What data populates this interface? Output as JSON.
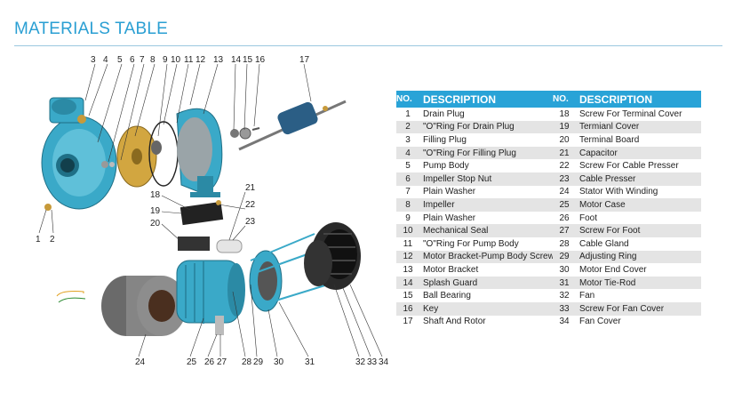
{
  "page_title": "MATERIALS TABLE",
  "table": {
    "header": {
      "no": "NO.",
      "description": "DESCRIPTION"
    },
    "rows": [
      {
        "left_no": "1",
        "left_desc": "Drain Plug",
        "right_no": "18",
        "right_desc": "Screw For Terminal Cover"
      },
      {
        "left_no": "2",
        "left_desc": "\"O\"Ring For Drain Plug",
        "right_no": "19",
        "right_desc": "Termianl Cover"
      },
      {
        "left_no": "3",
        "left_desc": "Filling Plug",
        "right_no": "20",
        "right_desc": "Terminal Board"
      },
      {
        "left_no": "4",
        "left_desc": "\"O\"Ring For Filling Plug",
        "right_no": "21",
        "right_desc": "Capacitor"
      },
      {
        "left_no": "5",
        "left_desc": "Pump Body",
        "right_no": "22",
        "right_desc": "Screw For Cable Presser"
      },
      {
        "left_no": "6",
        "left_desc": "Impeller Stop Nut",
        "right_no": "23",
        "right_desc": "Cable Presser"
      },
      {
        "left_no": "7",
        "left_desc": "Plain Washer",
        "right_no": "24",
        "right_desc": "Stator With Winding"
      },
      {
        "left_no": "8",
        "left_desc": "Impeller",
        "right_no": "25",
        "right_desc": "Motor Case"
      },
      {
        "left_no": "9",
        "left_desc": "Plain Washer",
        "right_no": "26",
        "right_desc": "Foot"
      },
      {
        "left_no": "10",
        "left_desc": "Mechanical Seal",
        "right_no": "27",
        "right_desc": "Screw For Foot"
      },
      {
        "left_no": "11",
        "left_desc": "\"O\"Ring For Pump Body",
        "right_no": "28",
        "right_desc": "Cable Gland"
      },
      {
        "left_no": "12",
        "left_desc": "Motor Bracket-Pump Body Screw",
        "right_no": "29",
        "right_desc": "Adjusting Ring"
      },
      {
        "left_no": "13",
        "left_desc": "Motor Bracket",
        "right_no": "30",
        "right_desc": "Motor End Cover"
      },
      {
        "left_no": "14",
        "left_desc": "Splash Guard",
        "right_no": "31",
        "right_desc": "Motor Tie-Rod"
      },
      {
        "left_no": "15",
        "left_desc": "Ball Bearing",
        "right_no": "32",
        "right_desc": "Fan"
      },
      {
        "left_no": "16",
        "left_desc": "Key",
        "right_no": "33",
        "right_desc": "Screw For Fan Cover"
      },
      {
        "left_no": "17",
        "left_desc": "Shaft And Rotor",
        "right_no": "34",
        "right_desc": "Fan Cover"
      }
    ]
  },
  "diagram": {
    "callouts_top": [
      "3",
      "4",
      "5",
      "6",
      "7",
      "8",
      "9",
      "10",
      "11",
      "12",
      "13",
      "14",
      "15",
      "16",
      "17"
    ],
    "callouts_left": [
      "1",
      "2",
      "18",
      "19",
      "20"
    ],
    "callouts_right": [
      "21",
      "22",
      "23"
    ],
    "callouts_bottom": [
      "24",
      "25",
      "26",
      "27",
      "28",
      "29",
      "30",
      "31",
      "32",
      "33",
      "34"
    ]
  },
  "colors": {
    "accent": "#29a3d7",
    "title": "#2a9fd3",
    "row_alt": "#e4e4e4",
    "pump_blue": "#3aa9c8",
    "impeller_brass": "#d2a640"
  }
}
